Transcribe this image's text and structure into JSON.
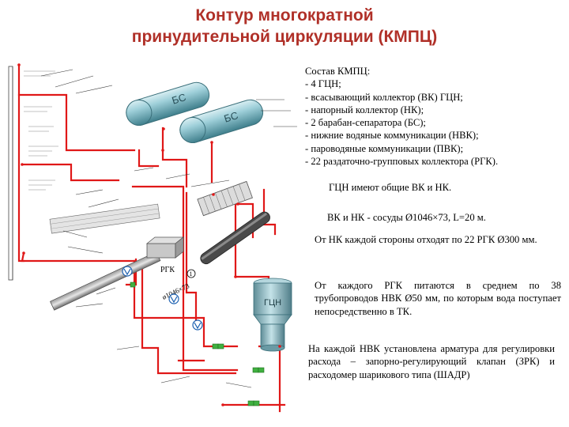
{
  "title": {
    "line1": "Контур многократной",
    "line2": "принудительной циркуляции (КМПЦ)"
  },
  "composition": {
    "heading": "Состав КМПЦ:",
    "items": [
      "- 4 ГЦН;",
      "- всасывающий коллектор (ВК) ГЦН;",
      "- напорный коллектор (НК);",
      "- 2 барабан-сепаратора (БС);",
      "- нижние водяные коммуникации (НВК);",
      "- пароводяные коммуникации (ПВК);",
      "- 22 раздаточно-групповых коллектора (РГК)."
    ]
  },
  "notes": [
    "ГЦН имеют общие ВК и НК.",
    "ВК и НК - сосуды Ø1046×73, L=20 м.",
    "От НК каждой стороны отходят по 22 РГК Ø300 мм.",
    "От каждого РГК питаются в среднем по 38 трубопроводов НВК Ø50 мм, по которым вода поступает непосредственно в ТК.",
    "На каждой НВК установлена арматура для регулировки расхода – запорно-регулирующий клапан (ЗРК) и расходомер шарикового типа (ШАДР)"
  ],
  "diagram_labels": {
    "drum1": "БС",
    "drum2": "БС",
    "pump": "ГЦН",
    "header_a": "РГК",
    "header_b": "ø1046×73",
    "mark_1": "1"
  },
  "colors": {
    "title": "#b03028",
    "pipe": "#e01818",
    "vessel": "#7fb8c4"
  }
}
